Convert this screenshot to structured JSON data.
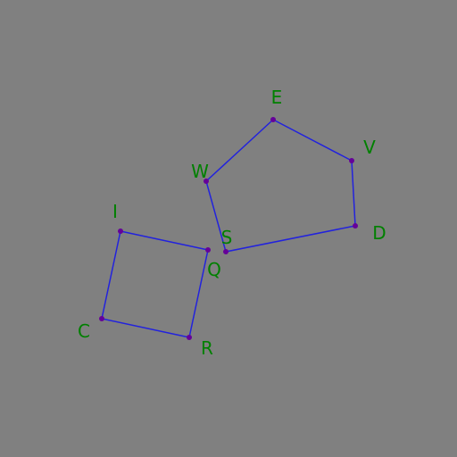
{
  "colors": {
    "background": "#808080",
    "edge": "#2222dd",
    "vertex": "#660099",
    "label": "#008000"
  },
  "shapes": [
    {
      "name": "quadrilateral",
      "vertices": [
        "I",
        "Q",
        "R",
        "C"
      ]
    },
    {
      "name": "pentagon",
      "vertices": [
        "E",
        "V",
        "D",
        "S",
        "W"
      ]
    }
  ],
  "points": {
    "E": "E",
    "V": "V",
    "D": "D",
    "S": "S",
    "W": "W",
    "I": "I",
    "Q": "Q",
    "R": "R",
    "C": "C"
  }
}
